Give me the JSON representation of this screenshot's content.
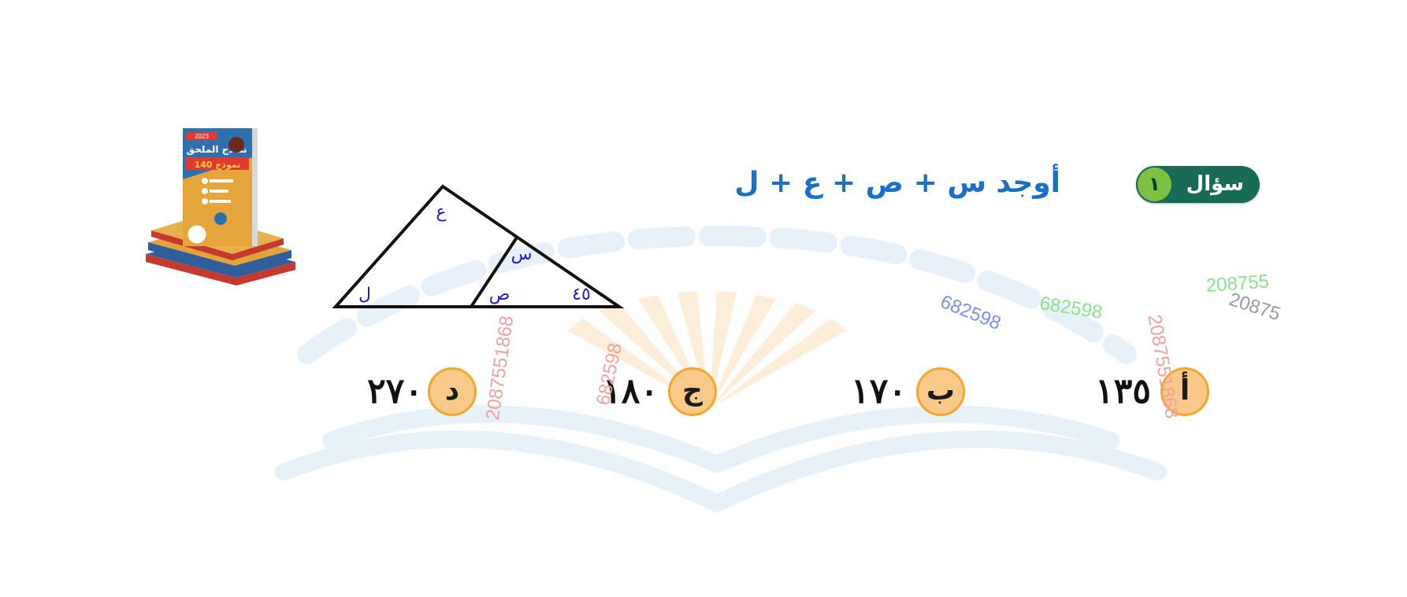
{
  "question": {
    "badge_label": "سؤال",
    "badge_number": "١",
    "text": "أوجد س + ص + ع + ل"
  },
  "diagram": {
    "labels": {
      "top": "ع",
      "inner_right": "س",
      "bottom_left": "ل",
      "bottom_middle": "ص",
      "bottom_right": "٤٥"
    }
  },
  "choices": [
    {
      "letter": "أ",
      "value": "١٣٥"
    },
    {
      "letter": "ب",
      "value": "١٧٠"
    },
    {
      "letter": "ج",
      "value": "١٨٠"
    },
    {
      "letter": "د",
      "value": "٢٧٠"
    }
  ],
  "book_cover": {
    "year": "2023",
    "title": "نماذج الملحق",
    "count": "140 نموذج"
  },
  "watermarks": [
    {
      "text": "208755",
      "color": "#8de08d"
    },
    {
      "text": "20875",
      "color": "#9a9a9a"
    },
    {
      "text": "682598",
      "color": "#8de08d"
    },
    {
      "text": "682598",
      "color": "#7f8ff0"
    },
    {
      "text": "2087551868",
      "color": "#f3a0a0"
    },
    {
      "text": "682598",
      "color": "#f3a0a0"
    },
    {
      "text": "2087551868",
      "color": "#f3a0a0"
    }
  ],
  "colors": {
    "badge_bg": "#176b57",
    "badge_num_bg": "#7cc142",
    "question_text": "#1a6fc6",
    "choice_circle": "#f9c98a",
    "choice_border": "#f2a72e",
    "diagram_labels": "#1a1ad0"
  }
}
